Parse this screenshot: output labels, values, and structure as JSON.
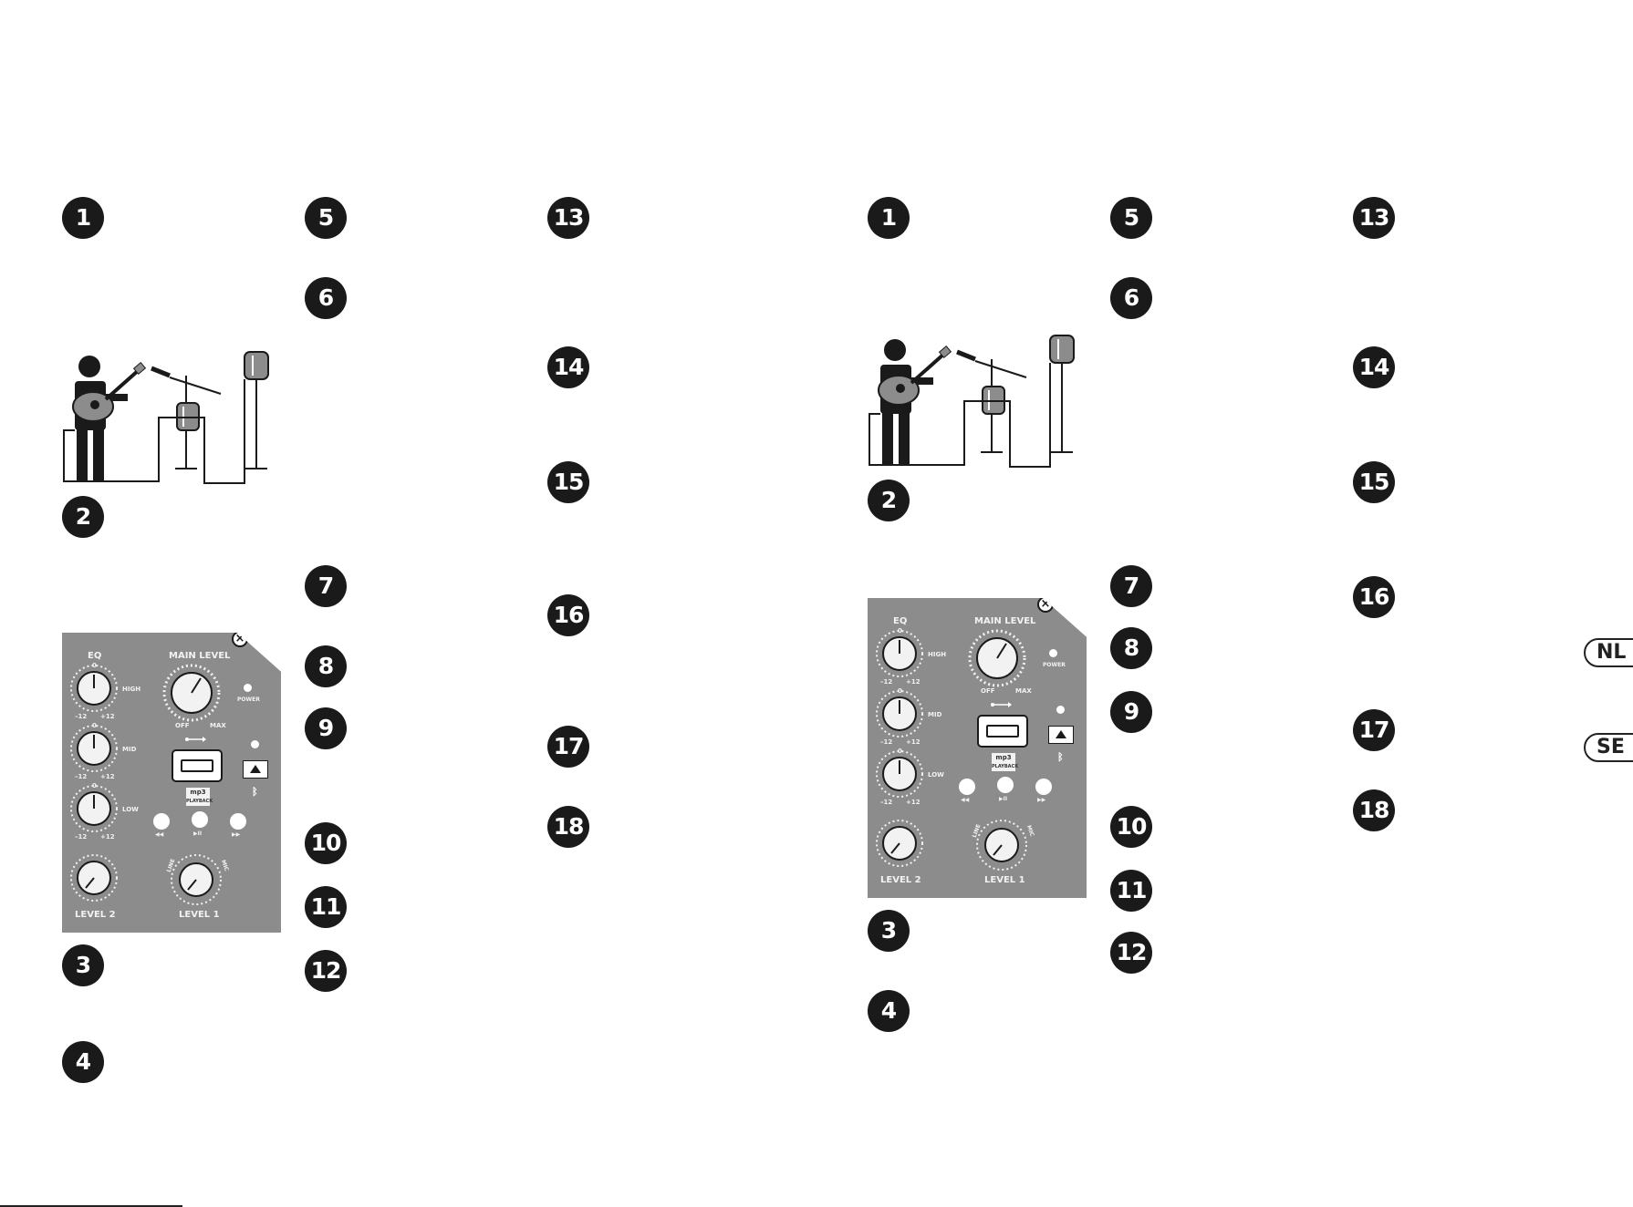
{
  "pages": [
    {
      "numbers": [
        "1",
        "2",
        "3",
        "4",
        "5",
        "6",
        "7",
        "8",
        "9",
        "10",
        "11",
        "12",
        "13",
        "14",
        "15",
        "16",
        "17",
        "18"
      ],
      "panel": {
        "eq": "EQ",
        "main_level": "MAIN LEVEL",
        "high": "HIGH",
        "mid": "MID",
        "low": "LOW",
        "minus": "–12",
        "plus": "+12",
        "zero": "0",
        "off": "OFF",
        "max": "MAX",
        "power": "POWER",
        "mp3": "mp3",
        "playback": "PLAYBACK",
        "line": "LINE",
        "mic": "MIC",
        "level2": "LEVEL 2",
        "level1": "LEVEL 1",
        "rew": "◀◀",
        "play": "▶II",
        "ffw": "▶▶"
      }
    },
    {
      "numbers": [
        "1",
        "2",
        "3",
        "4",
        "5",
        "6",
        "7",
        "8",
        "9",
        "10",
        "11",
        "12",
        "13",
        "14",
        "15",
        "16",
        "17",
        "18"
      ],
      "panel": {
        "eq": "EQ",
        "main_level": "MAIN LEVEL",
        "high": "HIGH",
        "mid": "MID",
        "low": "LOW",
        "minus": "–12",
        "plus": "+12",
        "zero": "0",
        "off": "OFF",
        "max": "MAX",
        "power": "POWER",
        "mp3": "mp3",
        "playback": "PLAYBACK",
        "line": "LINE",
        "mic": "MIC",
        "level2": "LEVEL 2",
        "level1": "LEVEL 1",
        "rew": "◀◀",
        "play": "▶II",
        "ffw": "▶▶"
      }
    }
  ],
  "language_tabs": [
    "NL",
    "SE"
  ]
}
